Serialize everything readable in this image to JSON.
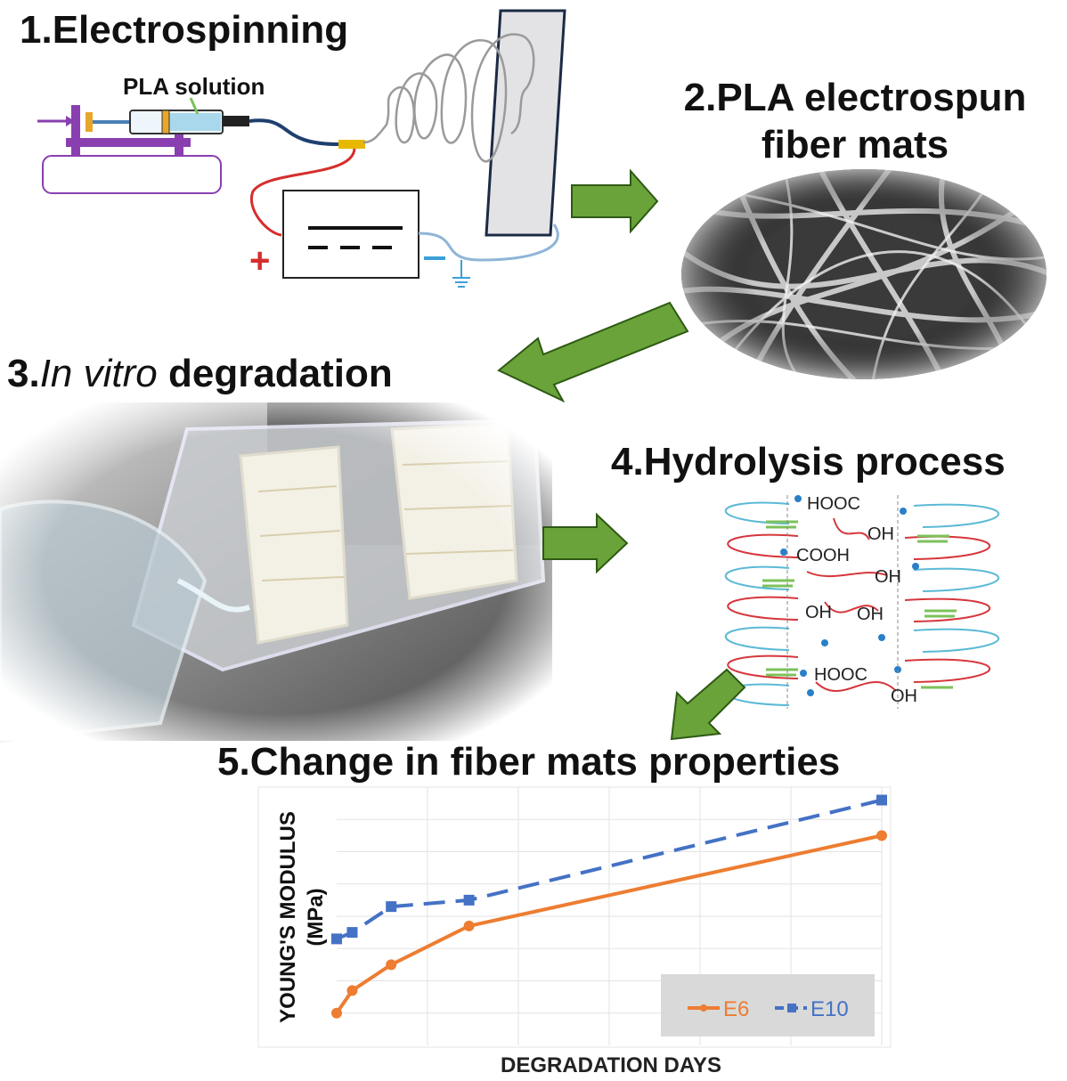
{
  "steps": {
    "s1": {
      "prefix": "1.",
      "title": "Electrospinning"
    },
    "s2": {
      "line1": "2.PLA electrospun",
      "line2": "fiber mats"
    },
    "s3": {
      "prefix": "3.",
      "italic": "In vitro",
      "rest": " degradation"
    },
    "s4": {
      "title": "4.Hydrolysis process"
    },
    "s5": {
      "title": "5.Change in fiber mats properties"
    }
  },
  "setup": {
    "solution_label": "PLA solution",
    "plus_sign": "+"
  },
  "chem": {
    "labels": [
      "HOOC",
      "OH",
      "COOH",
      "OH",
      "OH",
      "OH",
      "HOOC",
      "OH"
    ]
  },
  "colors": {
    "arrow": "#6aa339",
    "arrow_stroke": "#2e5a14",
    "e6": "#ed7d31",
    "e10": "#4472c4",
    "fiber_blue": "#5bb9d6",
    "fiber_red": "#d6363c",
    "fiber_green": "#7cc25a",
    "purple": "#8a3fb0"
  },
  "chart_data": {
    "type": "line",
    "title": "",
    "xlabel": "DEGRADATION DAYS",
    "ylabel": "YOUNG'S MODULUS (MPa)",
    "x": [
      0,
      2,
      7,
      17,
      70
    ],
    "xlim": [
      0,
      70
    ],
    "ylim": [
      0,
      8
    ],
    "grid": true,
    "legend_position": "bottom-right",
    "series": [
      {
        "name": "E6",
        "style": "solid",
        "values": [
          1.0,
          1.7,
          2.5,
          3.7,
          6.5
        ]
      },
      {
        "name": "E10",
        "style": "dashed",
        "values": [
          3.3,
          3.5,
          4.3,
          4.5,
          7.6
        ]
      }
    ]
  }
}
